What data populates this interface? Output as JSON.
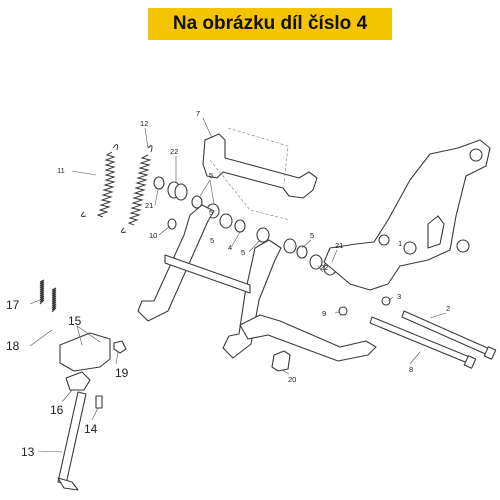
{
  "banner": {
    "text": "Na obrázku díl číslo 4",
    "color": "#f5c400"
  },
  "callouts": {
    "c1": "1",
    "c2": "2",
    "c3": "3",
    "c4": "4",
    "c5a": "5",
    "c5b": "5",
    "c5c": "5",
    "c5d": "5",
    "c5e": "5",
    "c7": "7",
    "c8": "8",
    "c9": "9",
    "c10": "10",
    "c11": "11",
    "c12": "12",
    "c13": "13",
    "c14": "14",
    "c15": "15",
    "c16": "16",
    "c17": "17",
    "c18": "18",
    "c19": "19",
    "c20": "20",
    "c21a": "21",
    "c21b": "21",
    "c22a": "22",
    "c22b": "22"
  }
}
